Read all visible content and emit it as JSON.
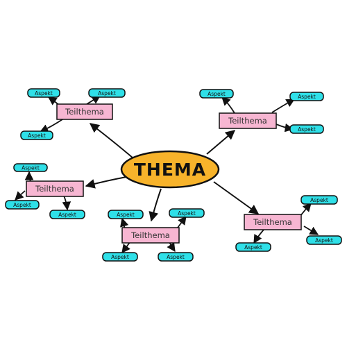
{
  "center": {
    "label": "THEMA",
    "color": "#f7b32b"
  },
  "colors": {
    "subtopic": "#f7b6d2",
    "aspect": "#2fe0e8",
    "stroke": "#111111"
  },
  "subtopics": [
    {
      "label": "Teilthema",
      "aspects": [
        "Aspekt",
        "Aspekt",
        "Aspekt"
      ]
    },
    {
      "label": "Teilthema",
      "aspects": [
        "Aspekt",
        "Aspekt",
        "Aspekt"
      ]
    },
    {
      "label": "Teilthema",
      "aspects": [
        "Aspekt",
        "Aspekt",
        "Aspekt"
      ]
    },
    {
      "label": "Teilthema",
      "aspects": [
        "Aspekt",
        "Aspekt",
        "Aspekt"
      ]
    },
    {
      "label": "Teilthema",
      "aspects": [
        "Aspekt",
        "Aspekt",
        "Aspekt"
      ]
    }
  ]
}
